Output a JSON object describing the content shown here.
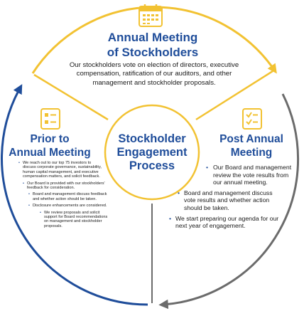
{
  "colors": {
    "yellow": "#f2c232",
    "blue": "#1f4d9a",
    "gray": "#6b6b6b",
    "text": "#1a1a1a"
  },
  "icons": {
    "annual": "calendar-icon",
    "prior": "checklist-icon",
    "post": "check-list-icon"
  },
  "center": {
    "title": "Stockholder Engagement Process"
  },
  "annual_meeting": {
    "title_line1": "Annual Meeting",
    "title_line2": "of Stockholders",
    "description": "Our stockholders vote on election of directors, executive compensation, ratification of our auditors, and other management and stockholder proposals."
  },
  "prior_meeting": {
    "title_line1": "Prior to",
    "title_line2": "Annual Meeting",
    "bullets": [
      "We reach out to our top 75 investors to discuss corporate governance, sustainability, human capital management, and executive compensation matters, and solicit feedback.",
      "Our Board is provided with our stockholders' feedback for consideration.",
      "Board and management discuss feedback and whether action should be taken.",
      "Disclosure enhancements are considered.",
      "We review proposals and solicit support for Board recommendations on management and stockholder proposals."
    ]
  },
  "post_meeting": {
    "title_line1": "Post Annual",
    "title_line2": "Meeting",
    "bullets": [
      "Our Board and management review the vote results from our annual meeting.",
      "Board and management discuss vote results and whether action should be taken.",
      "We start preparing our agenda for our next year of engagement."
    ]
  }
}
